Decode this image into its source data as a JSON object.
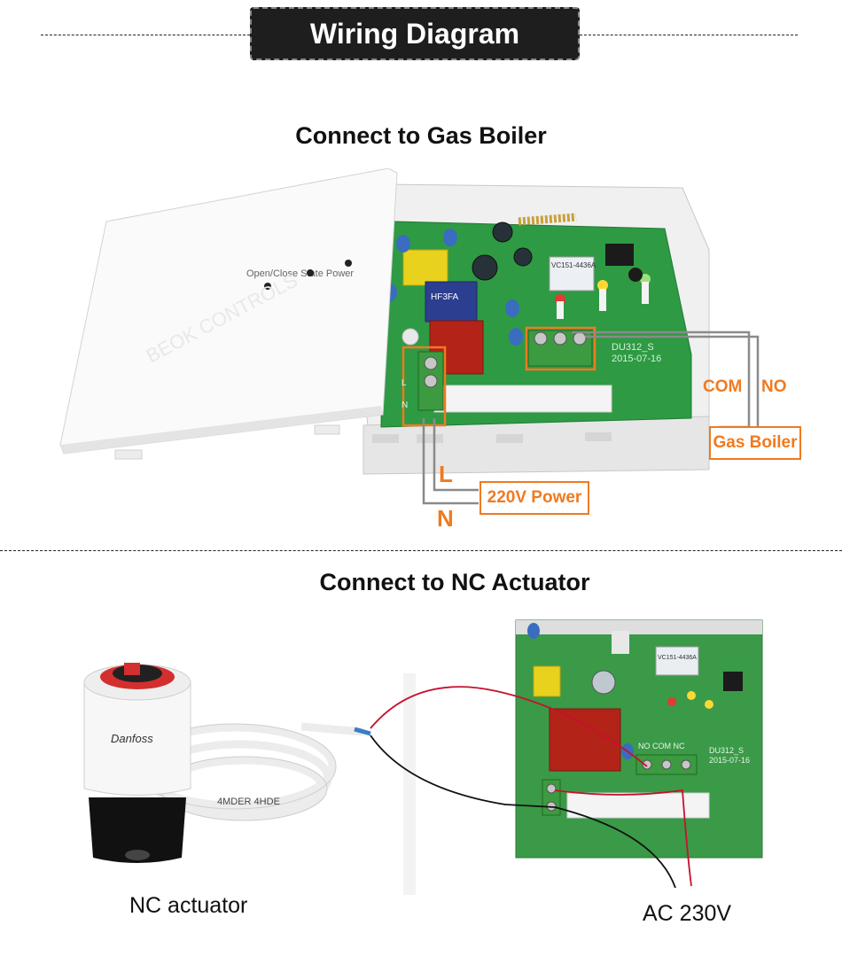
{
  "header": {
    "title": "Wiring Diagram"
  },
  "section1": {
    "title": "Connect to Gas Boiler",
    "device": {
      "led_labels": "Open/Close State    Power",
      "watermark": "BEOK CONTROLS",
      "relay_text": "HF3FA",
      "module_text": "VC151-4436A",
      "board_text": "DU312_S",
      "board_date": "2015-07-16"
    },
    "labels": {
      "com": "COM",
      "no": "NO",
      "gas_boiler": "Gas Boiler",
      "l": "L",
      "n": "N",
      "power": "220V Power"
    }
  },
  "section2": {
    "title": "Connect to NC Actuator",
    "actuator_label": "NC actuator",
    "actuator_brand": "Danfoss",
    "cable_text": "4MDER 4HDE",
    "board_terminals": "NO COM NC",
    "board_text": "DU312_S",
    "board_date": "2015-07-16",
    "module_text": "VC151-4436A",
    "power_label": "AC 230V"
  },
  "colors": {
    "accent": "#f07a20",
    "pcb": "#2e9a44",
    "banner": "#1e1e1e",
    "wire_red": "#c8102e",
    "wire_black": "#111111"
  }
}
